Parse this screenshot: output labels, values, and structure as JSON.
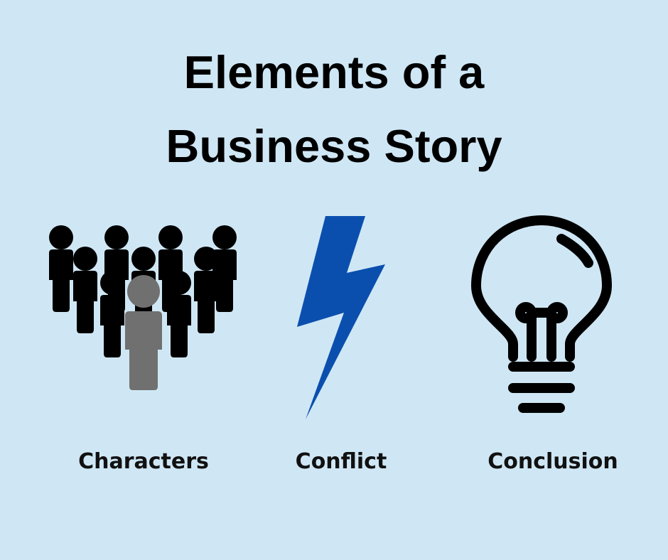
{
  "title": {
    "line1": "Elements of a",
    "line2": "Business Story"
  },
  "elements": [
    {
      "label": "Characters",
      "icon": "people-group-icon"
    },
    {
      "label": "Conflict",
      "icon": "lightning-bolt-icon"
    },
    {
      "label": "Conclusion",
      "icon": "light-bulb-icon"
    }
  ],
  "colors": {
    "background": "#cfe7f5",
    "text": "#000000",
    "bolt": "#0b4fae",
    "highlight_person": "#707070"
  }
}
